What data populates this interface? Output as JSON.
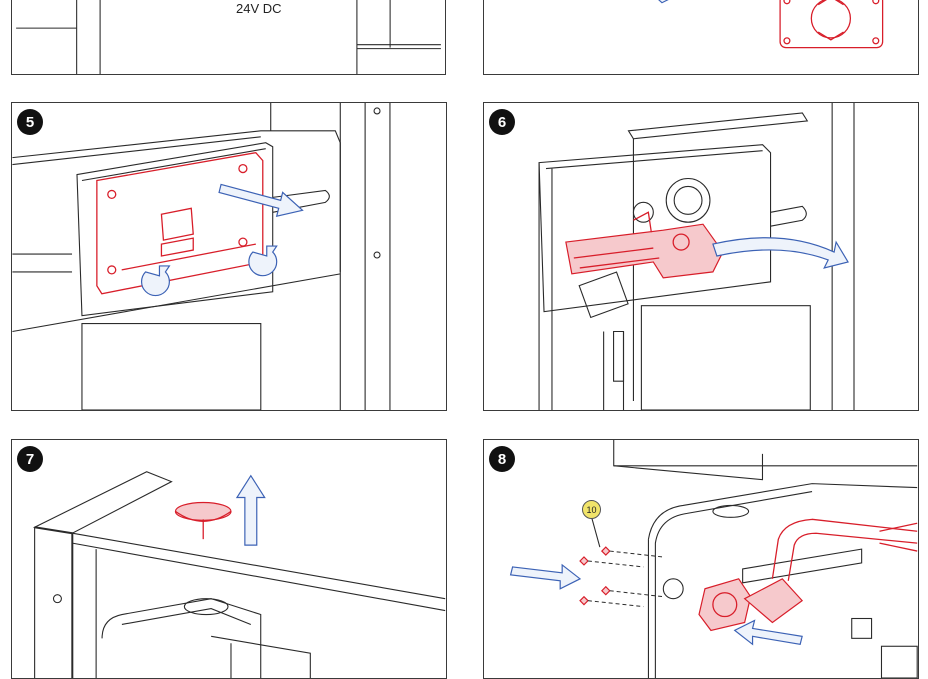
{
  "panels": [
    {
      "id": "3",
      "label_visible": false,
      "caption": "24V DC"
    },
    {
      "id": "4",
      "label_visible": false
    },
    {
      "id": "5",
      "label": "5"
    },
    {
      "id": "6",
      "label": "6"
    },
    {
      "id": "7",
      "label": "7"
    },
    {
      "id": "8",
      "label": "8",
      "part_number": "10"
    }
  ],
  "colors": {
    "outline": "#2a2a2a",
    "highlight_part": "#d81e2a",
    "arrow": "#3c62b5",
    "badge": "#111111",
    "part_callout": "#f1e46a"
  }
}
